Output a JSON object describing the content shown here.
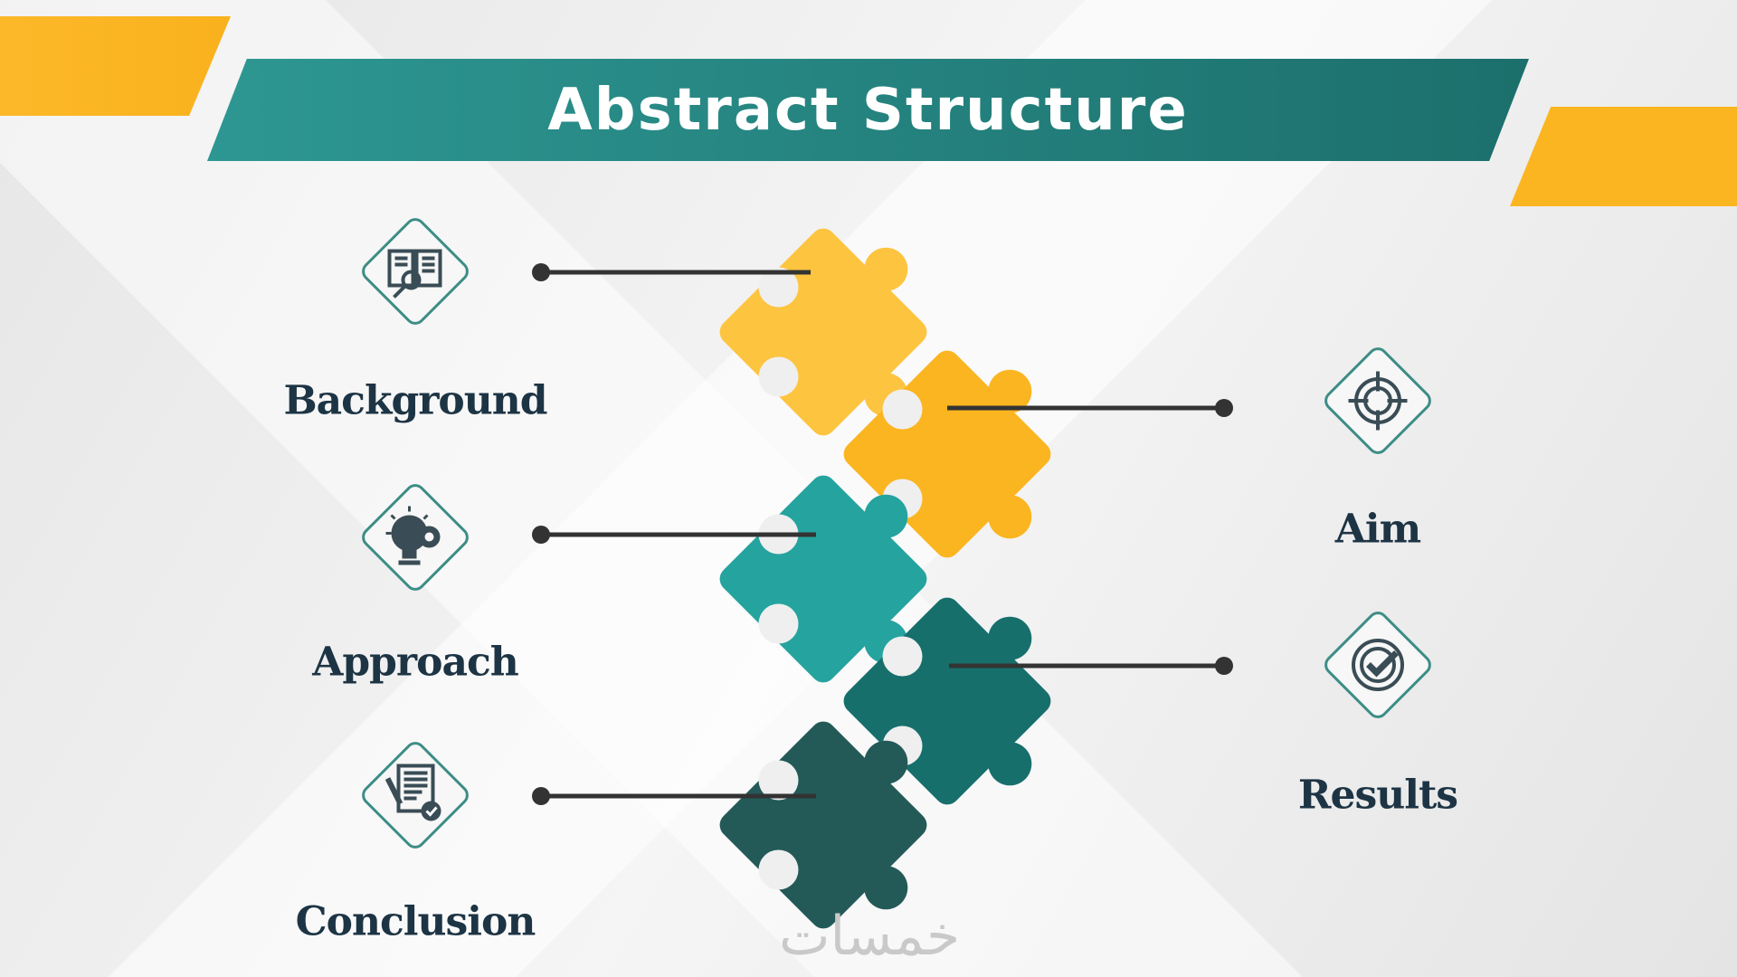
{
  "title": "Abstract Structure",
  "items": {
    "background": {
      "label": "Background",
      "icon": "book-search-icon"
    },
    "approach": {
      "label": "Approach",
      "icon": "lightbulb-gear-icon"
    },
    "conclusion": {
      "label": "Conclusion",
      "icon": "document-check-icon"
    },
    "aim": {
      "label": "Aim",
      "icon": "target-icon"
    },
    "results": {
      "label": "Results",
      "icon": "circular-check-icon"
    }
  },
  "colors": {
    "yellow_light": "#fdc43f",
    "yellow": "#fbb520",
    "teal": "#25a39f",
    "teal_dark": "#176f6c",
    "teal_darkest": "#235a58",
    "text": "#1d3444"
  },
  "watermark": "خمسات"
}
